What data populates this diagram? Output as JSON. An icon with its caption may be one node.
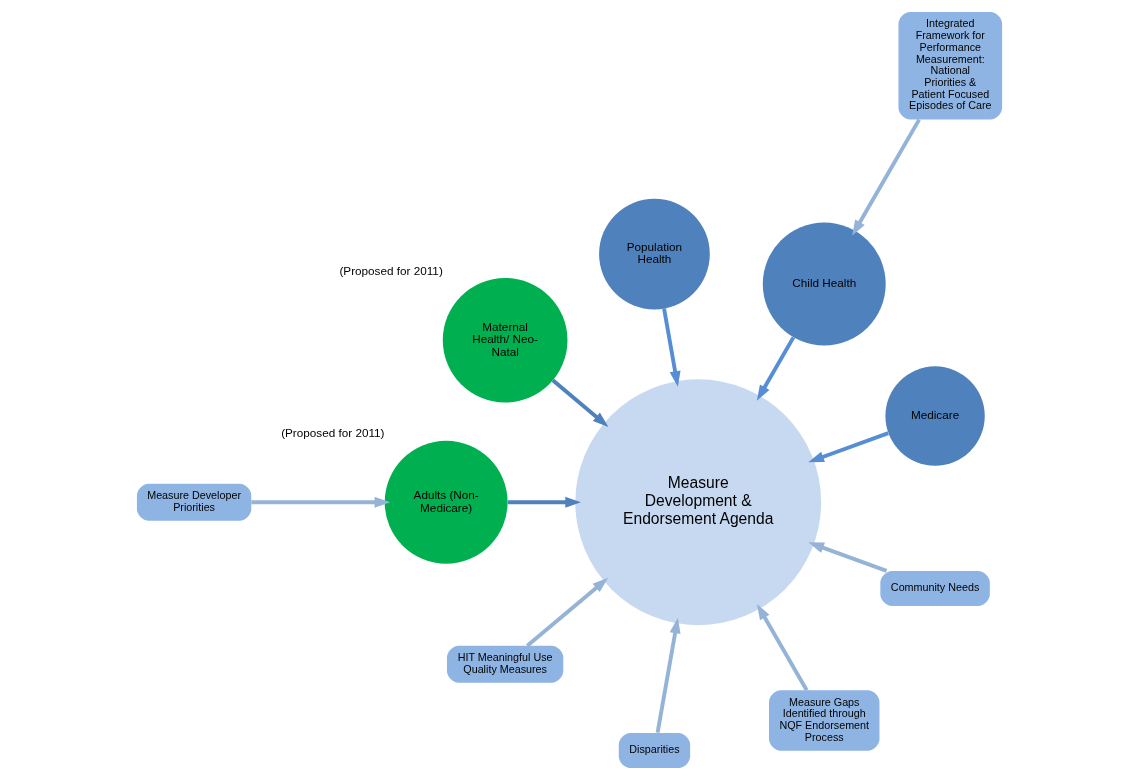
{
  "diagram": {
    "nodes": [
      {
        "text": [
          "Measure Development & Endorsement Agenda"
        ]
      },
      {
        "text": [
          "Medicare"
        ]
      },
      {
        "text": [
          "Child Health"
        ]
      },
      {
        "text": [
          "Population Health"
        ]
      },
      {
        "text": [
          "Maternal Health/ Neo-Natal"
        ],
        "beside": [
          "(Proposed for 2011)"
        ]
      },
      {
        "text": [
          "Adults (Non-Medicare)"
        ],
        "beside": [
          "(Proposed for 2011)"
        ]
      },
      {
        "text": [
          "Measure Developer Priorities"
        ]
      },
      {
        "text": [
          "Integrated Framework for Performance Measurement: National Priorities & Patient Focused Episodes of Care"
        ]
      },
      {
        "text": [
          "HIT Meaningful Use Quality Measures"
        ]
      },
      {
        "text": [
          "Disparities"
        ]
      },
      {
        "text": [
          "Measure Gaps Identified through NQF Endorsement Process"
        ]
      },
      {
        "text": [
          "Community Needs"
        ]
      }
    ],
    "edges": [
      {
        "from": 1,
        "to": 0,
        "arrow": "to",
        "color": "#558ed5"
      },
      {
        "from": 2,
        "to": 0,
        "arrow": "to",
        "color": "#558ed5"
      },
      {
        "from": 3,
        "to": 0,
        "arrow": "to",
        "color": "#558ed5"
      },
      {
        "from": 4,
        "to": 0,
        "arrow": "to",
        "color": "#4f81bd"
      },
      {
        "from": 5,
        "to": 0,
        "arrow": "to",
        "color": "#4f81bd"
      },
      {
        "from": 6,
        "to": 5,
        "arrow": "to"
      },
      {
        "from": 7,
        "to": 2,
        "arrow": "to"
      },
      {
        "from": 8,
        "to": 0,
        "arrow": "to"
      },
      {
        "from": 9,
        "to": 0,
        "arrow": "to"
      },
      {
        "from": 10,
        "to": 0,
        "arrow": "to"
      },
      {
        "from": 11,
        "to": 0,
        "arrow": "to"
      }
    ]
  }
}
